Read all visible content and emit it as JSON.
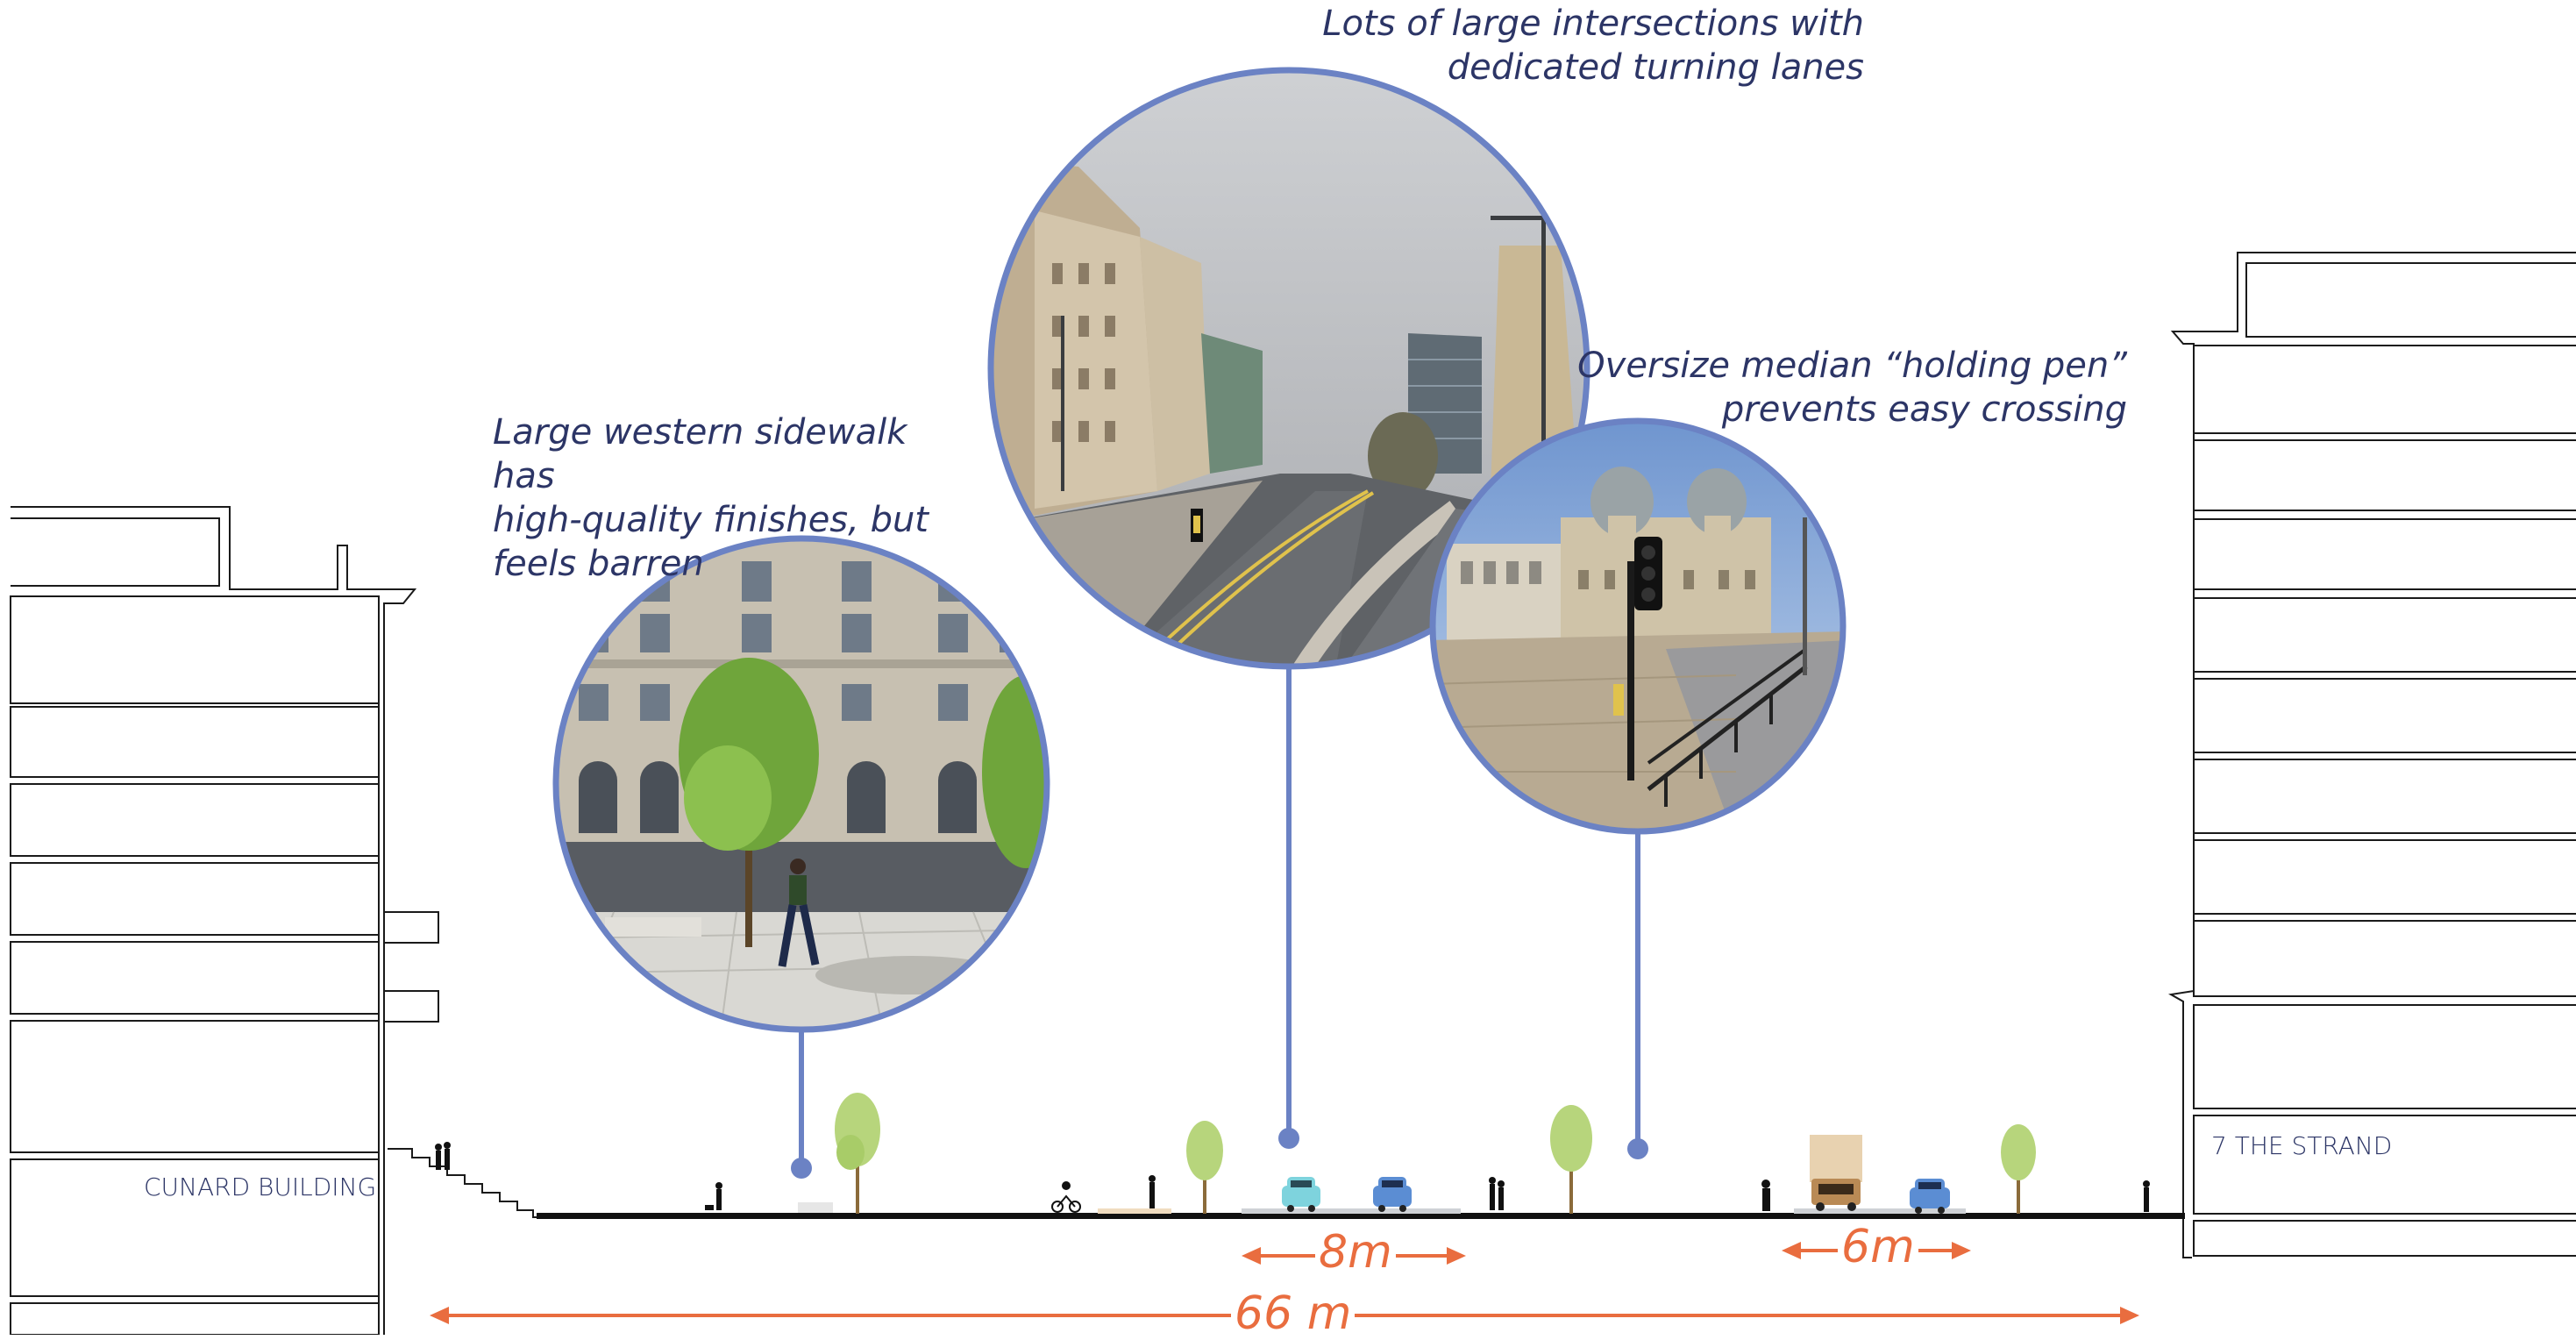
{
  "captions": {
    "sidewalk": "Large western sidewalk has\nhigh-quality finishes, but\nfeels barren",
    "intersections": "Lots of large intersections with\ndedicated turning lanes",
    "median": "Oversize median “holding pen”\nprevents easy crossing"
  },
  "buildings": {
    "left": "CUNARD BUILDING",
    "right": "7 THE STRAND"
  },
  "dimensions": {
    "total": "66 m",
    "carriageway_west": "8m",
    "carriageway_east": "6m"
  },
  "photos": {
    "sidewalk": "photo-stone-building-tree-pedestrian",
    "intersections": "photo-wide-road-towers",
    "median": "photo-traffic-light-port-building"
  },
  "colors": {
    "accent_blue": "#6b82c4",
    "dimension_orange": "#e96d3f",
    "text_navy": "#2c3566",
    "tree_green": "#b7d57c",
    "car_cyan": "#7ed3dd",
    "car_blue": "#5b8dd3"
  }
}
